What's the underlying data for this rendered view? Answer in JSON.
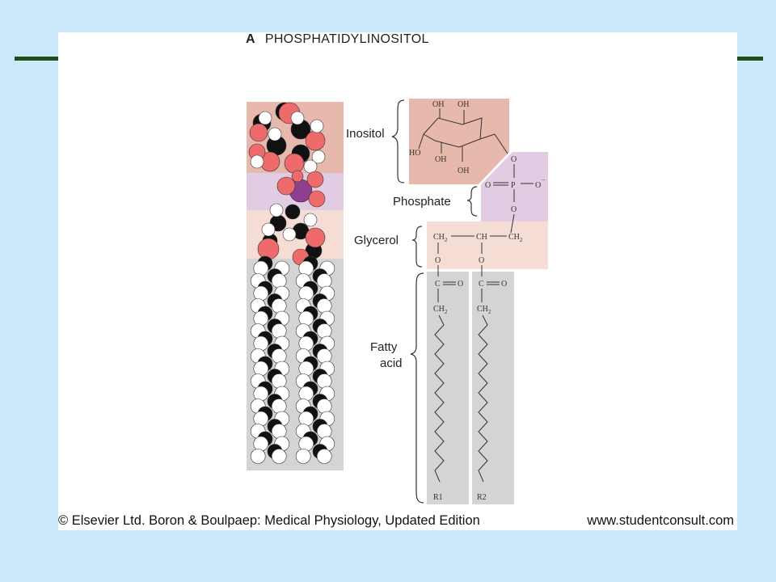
{
  "colors": {
    "background": "#cce9fb",
    "rule": "#1f4f1a",
    "inositol_region": "#e7b8ac",
    "phosphate_region": "#e2cce4",
    "glycerol_region": "#f5ddd6",
    "fatty_acid_region": "#d3d4d6",
    "oxygen_atom": "#ef6b6b",
    "carbon_atom": "#111111",
    "hydrogen_atom": "#ffffff",
    "phosphorus_atom": "#8e3f8e"
  },
  "figure": {
    "panel_letter": "A",
    "title": "PHOSPHATIDYLINOSITOL",
    "labels": {
      "inositol": "Inositol",
      "phosphate": "Phosphate",
      "glycerol": "Glycerol",
      "fatty_acid_line1": "Fatty",
      "fatty_acid_line2": "acid"
    },
    "chem": {
      "oh": "OH",
      "ho": "HO",
      "o": "O",
      "o_minus": "O",
      "minus": "−",
      "p": "P",
      "ch2": "CH",
      "ch": "CH",
      "sub2": "2",
      "c": "C",
      "r1": "R1",
      "r2": "R2"
    }
  },
  "credit": {
    "left": "© Elsevier Ltd. Boron & Boulpaep: Medical Physiology, Updated Edition",
    "right": "www.studentconsult.com"
  }
}
